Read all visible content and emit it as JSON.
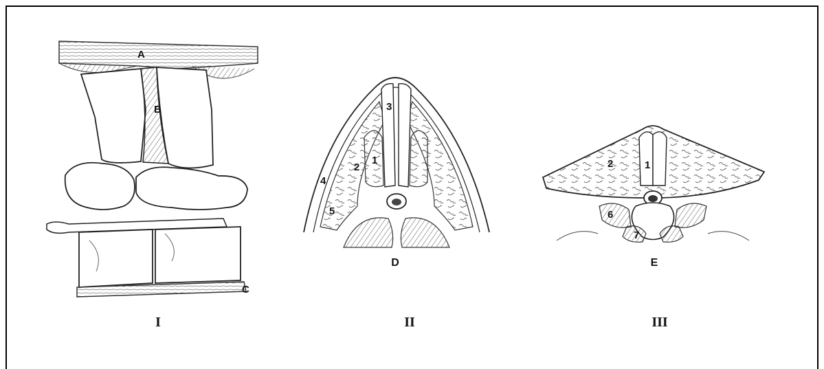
{
  "figure": {
    "panel_I": {
      "caption": "I",
      "labels": {
        "A": "A",
        "B": "B",
        "C": "C"
      }
    },
    "panel_II": {
      "caption": "II",
      "sublabel": "D",
      "numbers": {
        "n1": "1",
        "n2": "2",
        "n3": "3",
        "n4": "4",
        "n5": "5"
      }
    },
    "panel_III": {
      "caption": "III",
      "sublabel": "E",
      "numbers": {
        "n1": "1",
        "n2": "2",
        "n6": "6",
        "n7": "7"
      }
    }
  }
}
